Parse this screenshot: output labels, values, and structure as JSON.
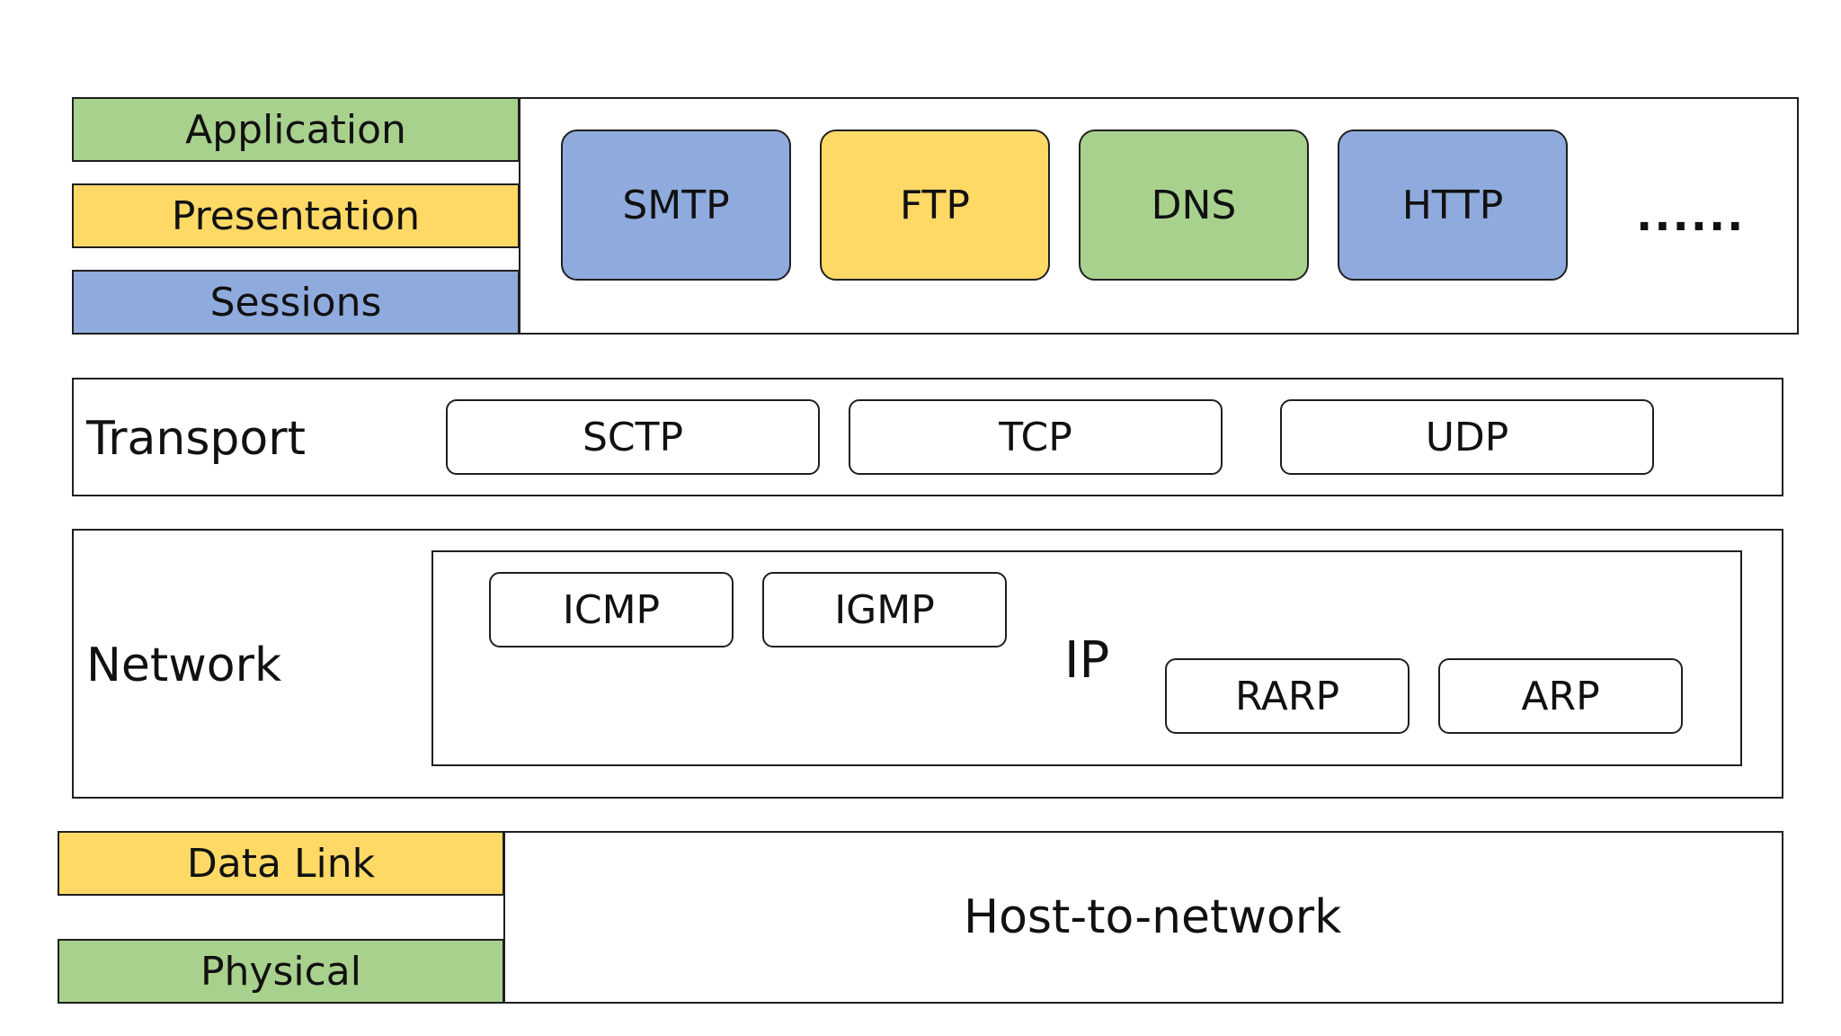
{
  "colors": {
    "green": "#a9d18e",
    "yellow": "#ffd966",
    "blue": "#8faadc",
    "border": "#1f1f1f",
    "background": "#ffffff"
  },
  "application_group": {
    "layers": {
      "application": "Application",
      "presentation": "Presentation",
      "sessions": "Sessions"
    },
    "protocols": {
      "smtp": "SMTP",
      "ftp": "FTP",
      "dns": "DNS",
      "http": "HTTP"
    },
    "ellipsis": "......"
  },
  "transport": {
    "label": "Transport",
    "protocols": {
      "sctp": "SCTP",
      "tcp": "TCP",
      "udp": "UDP"
    }
  },
  "network": {
    "label": "Network",
    "ip_label": "IP",
    "protocols": {
      "icmp": "ICMP",
      "igmp": "IGMP",
      "rarp": "RARP",
      "arp": "ARP"
    }
  },
  "link_group": {
    "layers": {
      "data_link": "Data Link",
      "physical": "Physical"
    },
    "host_to_network": "Host-to-network"
  }
}
